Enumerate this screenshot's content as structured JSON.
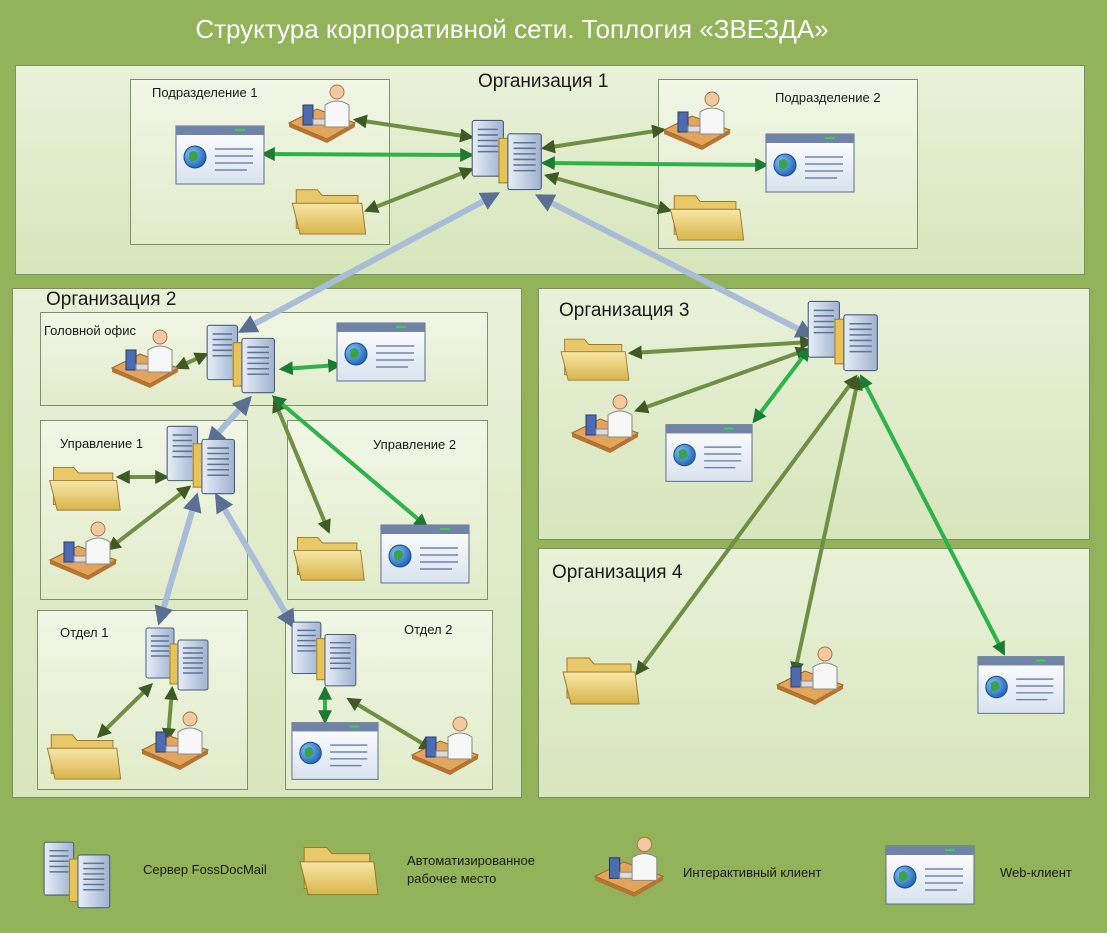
{
  "title": "Структура корпоративной сети. Топлогия «ЗВЕЗДА»",
  "organizations": [
    {
      "name": "Организация 1",
      "units": [
        "Подразделение 1",
        "Подразделение 2"
      ]
    },
    {
      "name": "Организация 2",
      "units": [
        "Головной офис",
        "Управление 1",
        "Управление 2",
        "Отдел 1",
        "Отдел 2"
      ]
    },
    {
      "name": "Организация 3",
      "units": []
    },
    {
      "name": "Организация 4",
      "units": []
    }
  ],
  "legend": [
    {
      "icon": "server-icon",
      "label": "Сервер FossDocMail"
    },
    {
      "icon": "folder-icon",
      "label": "Автоматизированное рабочее место"
    },
    {
      "icon": "user-workstation-icon",
      "label": "Интерактивный клиент"
    },
    {
      "icon": "web-window-icon",
      "label": "Web-клиент"
    }
  ],
  "colors": {
    "background": "#92b35a",
    "server_link": "#a9bcd8",
    "green_link": "#2db34a",
    "olive_link": "#6f8f45"
  }
}
